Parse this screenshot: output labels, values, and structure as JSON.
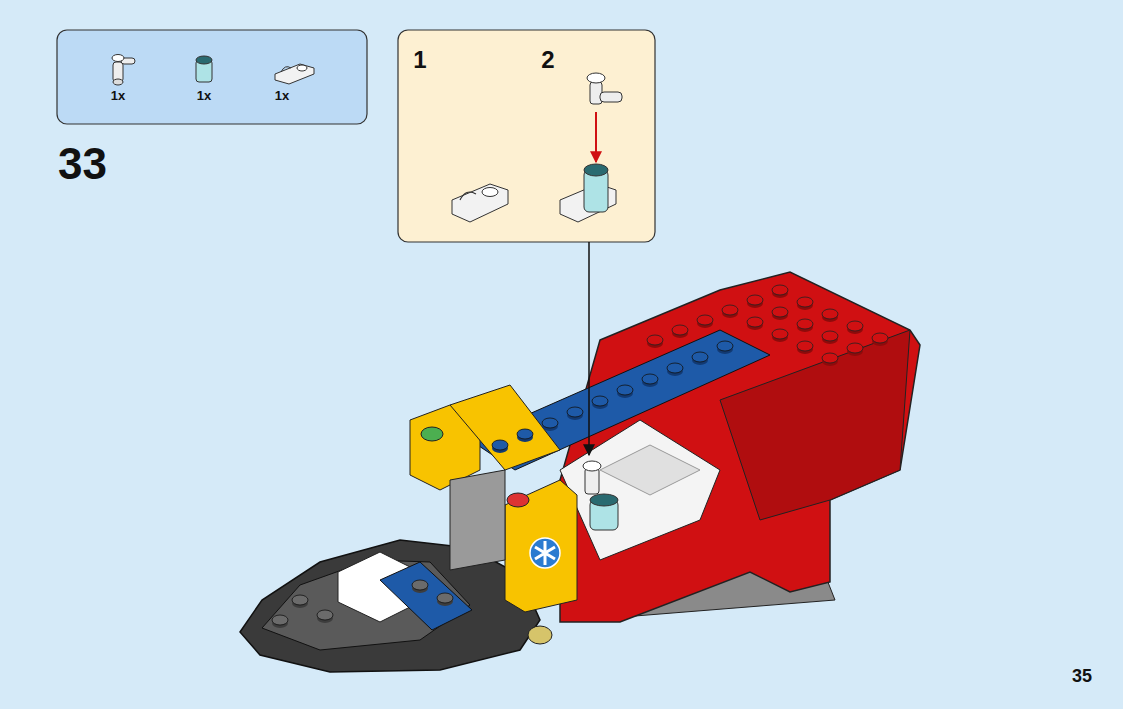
{
  "diagram": {
    "nodes": [
      {
        "text": [
          "1x",
          "1x",
          "1x"
        ]
      },
      {
        "text": [
          "1",
          "2"
        ]
      }
    ],
    "labels": [
      "33",
      "35"
    ]
  }
}
